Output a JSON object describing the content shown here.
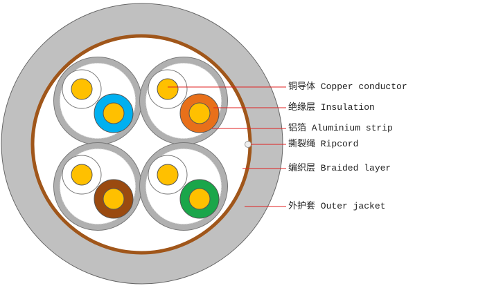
{
  "labels": {
    "copper": "铜导体 Copper conductor",
    "insulation": "绝缘层 Insulation",
    "aluminium": "铝箔 Aluminium strip",
    "ripcord": "撕裂绳 Ripcord",
    "braided": "编织层 Braided layer",
    "jacket": "外护套 Outer jacket"
  },
  "colors": {
    "jacket": "#c0c0c0",
    "braid": "#a0561a",
    "shield": "#b0b0b0",
    "copper": "#ffc000",
    "blue": "#00b0f0",
    "orange": "#e8701a",
    "brown": "#9a4a10",
    "green": "#1aa64a",
    "leader": "#e02020"
  }
}
